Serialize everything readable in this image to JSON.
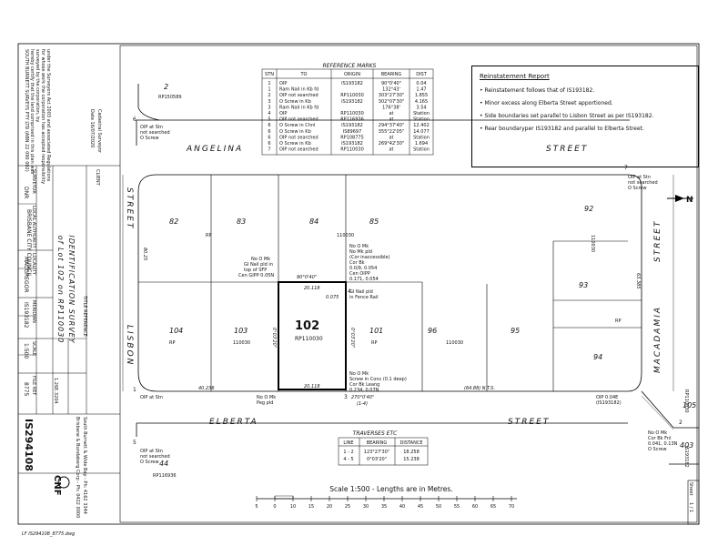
{
  "reference_marks": {
    "title": "REFERENCE MARKS",
    "headers": [
      "STN",
      "TO",
      "ORIGIN",
      "BEARING",
      "DIST"
    ],
    "rows": [
      [
        "1",
        "OIP",
        "IS193182",
        "90°0'40\"",
        "0.04"
      ],
      [
        "1",
        "Ram Nail in Kb fd",
        "",
        "132°43'",
        "1.47"
      ],
      [
        "2",
        "OIP not searched",
        "RP110030",
        "303°27'30\"",
        "1.855"
      ],
      [
        "3",
        "O Screw in Kb",
        "IS193182",
        "302°07'30\"",
        "4.165"
      ],
      [
        "3",
        "Ram Nail in Kb fd",
        "",
        "176°38'",
        "3.54"
      ],
      [
        "4",
        "OIP",
        "RP110030",
        "at",
        "Station"
      ],
      [
        "5",
        "OIP not searched",
        "RP116936",
        "at",
        "Station"
      ],
      [
        "6",
        "O Screw in Chnl",
        "IS193182",
        "294°37'40\"",
        "12.402"
      ],
      [
        "6",
        "O Screw in Kb",
        "IS89697",
        "355°22'05\"",
        "14.077"
      ],
      [
        "6",
        "OIP not searched",
        "RP108775",
        "at",
        "Station"
      ],
      [
        "6",
        "O Screw in Kb",
        "IS193182",
        "269°42'30\"",
        "1.694"
      ],
      [
        "7",
        "OIP not searched",
        "RP110030",
        "at",
        "Station"
      ]
    ]
  },
  "reinstatement": {
    "title": "Reinstatement Report",
    "items": [
      "Reinstatement follows that of IS193182.",
      "Minor excess along Elberta Street apportioned.",
      "Side boundaries set parallel to Lisbon Street as per IS193182.",
      "Rear boundaryper IS193182 and parallel to Elberta Street."
    ]
  },
  "streets": {
    "angelina": "ANGELINA",
    "street_top": "STREET",
    "elberta": "ELBERTA",
    "street_bottom": "STREET",
    "lisbon": "LISBON",
    "street_left": "STREET",
    "macadamia": "MACADAMIA",
    "street_right": "STREET"
  },
  "lots": {
    "l82": "82",
    "l83": "83",
    "l84": "84",
    "l85": "85",
    "l92": "92",
    "l93": "93",
    "l94": "94",
    "l104": "104",
    "l103": "103",
    "l102": "102",
    "l101": "101",
    "l96": "96",
    "l95": "95",
    "l2": "2",
    "l44": "44",
    "l105": "105",
    "l403": "403",
    "plan_102": "RP110030",
    "rp": "RP",
    "rp110030": "110030",
    "rp150589": "RP150589",
    "rp116936": "RP116936",
    "rp_macadamia": "RP110030",
    "is_right": "IS193182"
  },
  "annotations": {
    "oip_stn_tl": "OIP at Stn",
    "not_searched_tl": "not searched",
    "o_screw_tl": "O Screw",
    "oip_stn_left": "OIP at Stn",
    "oip_stn_right": "OIP at Stn",
    "not_searched_right": "not searched",
    "o_screw_right": "O Screw",
    "no_o_mk": "No O Mk",
    "gi_nail": "GI Nail pld in",
    "top_of_sfp": "top of SFP",
    "cen_gi_pp": "Cen GIPP 0.05N",
    "no_o_mk_2": "No O Mk",
    "no_mk_pld": "No Mk pld",
    "cor_inacc": "(Cor inaccessible)",
    "cor_bk": "Cor Bk",
    "cor_bk_vals": "0.0/9, 0.054",
    "cen_oipp": "Cen OIPP",
    "cen_oipp_vals": "0.171, 0.054",
    "gi_nail_2": "GI Nail pld",
    "in_fence_rail": "in Fence Rail",
    "no_o_mk_3": "No O Mk",
    "screw_conc": "Screw in Conc (0.1 deep)",
    "cor_bk_leang": "Cor Bk Leang",
    "cor_bk_leang_vals": "0.234, 0.07N",
    "no_o_mk_peg": "No O Mk",
    "peg_pld": "Peg pld",
    "oip_stn_bl": "OIP at Stn",
    "not_searched_bl": "not searched",
    "o_screw_bl": "O Screw",
    "no_o_mk_br": "No O Mk",
    "cor_bk_fnl": "Cor Bk Fnl",
    "cor_bk_fnl_vals": "0.041, 0.13N",
    "o_screw_br": "O Screw",
    "oip_004": "OIP 0.04E",
    "oip_004_origin": "(IS193182)"
  },
  "dimensions": {
    "top_102": "90°0'40\"",
    "top_dist": "20.118",
    "bottom_102": "20.118",
    "bottom_brg": "270°0'40\"",
    "bottom_brg_sub": "(1-4)",
    "left_dist": "40.236",
    "n_ts": "(64.88) N.T.S.",
    "left_side_brg": "0°03'20\"",
    "right_side_brg": "0°03'20\"",
    "dist_2": "0.075",
    "lisbon_len": "80.25",
    "macadamia_len": "63.385"
  },
  "stations": {
    "s1": "1",
    "s2": "2",
    "s3": "3",
    "s4": "4",
    "s5": "5",
    "s6": "6",
    "s7": "7"
  },
  "traverses": {
    "title": "TRAVERSES  ETC",
    "headers": [
      "LINE",
      "BEARING",
      "DISTANCE"
    ],
    "rows": [
      [
        "1 - 2",
        "123°27'30\"",
        "18.258"
      ],
      [
        "4 - 5",
        "0°03'20\"",
        "15.238"
      ]
    ]
  },
  "scale": {
    "label": "Scale 1:500  -  Lengths are in Metres.",
    "ticks": [
      "5",
      "0",
      "10",
      "15",
      "20",
      "25",
      "30",
      "35",
      "40",
      "45",
      "50",
      "55",
      "60",
      "65",
      "70"
    ]
  },
  "title_block": {
    "title_line1": "IDENTIFICATION  SURVEY",
    "title_line2": "of Lot 102 on RP110030",
    "client": "CLIENT",
    "surveyor_label": "SURVEYOR",
    "surveyor": "DNR",
    "local_authority_label": "LOCAL AUTHORITY",
    "local_authority": "BRISBANE CITY COUNCIL",
    "locality_label": "LOCALITY",
    "locality": "MACGREGOR",
    "meridian_label": "MERIDIAN",
    "meridian": "IS193182",
    "title_ref_label": "TITLE REFERENCE",
    "scale_label": "SCALE",
    "scale": "1:500",
    "file_label": "FILE REF",
    "file": "8775",
    "plan_no": "IS294108",
    "date": "1.26E.3204",
    "company": "CNF",
    "company_address1": "Brisbane & Bundaberg Corp - Ph: 0422 0000",
    "company_address2": "South Burnett & Wide Bay - Ph: 4162 3344"
  },
  "certification": {
    "line1": "SOUTH BURNETT SURVEYS PTY LTD (ABN 22 090 002)",
    "line2": "hereby certify that the land comprised in this plan was",
    "line3": "surveyed by the corporation, by",
    "line4": "for whose work the corporation has accepted responsibility",
    "line5": "under the Surveyors Act 2003 and associated Regulations",
    "date_label": "Date 16/07/2020",
    "sign": "Cadastral Surveyor"
  },
  "sheet": {
    "label": "Sheet",
    "value": "1 / 1"
  },
  "footer": {
    "file": "LF IS294108_8775.dwg"
  }
}
